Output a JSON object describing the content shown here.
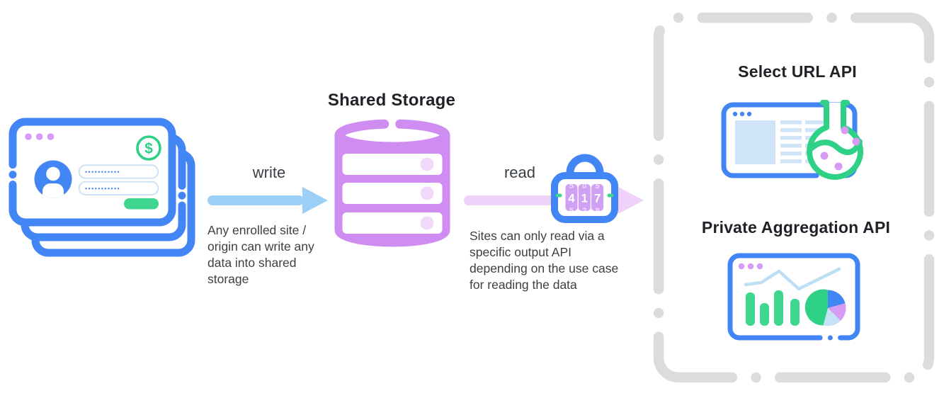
{
  "storage": {
    "title": "Shared Storage"
  },
  "write_flow": {
    "label": "write",
    "description": "Any enrolled site / origin can write any data into shared storage"
  },
  "read_flow": {
    "label": "read",
    "description": "Sites can only read via a specific output API depending on the use case for reading the data"
  },
  "lock": {
    "digits": [
      "4",
      "1",
      "7"
    ],
    "partial_top": [
      "5",
      "0",
      "5"
    ],
    "partial_bottom": [
      "5",
      "2",
      "9"
    ]
  },
  "apis": {
    "select_url": {
      "title": "Select URL API"
    },
    "private_aggregation": {
      "title": "Private Aggregation API"
    }
  },
  "login_window": {
    "currency_symbol": "$",
    "fields": [
      {
        "value": "•••••••••••"
      },
      {
        "value": "•••••••••••"
      }
    ]
  },
  "colors": {
    "blue": "#4285f4",
    "green": "#2ed185",
    "green_fill": "#3ed68f",
    "purple_db": "#cf8df2",
    "purple_db_dot": "#f1daf9",
    "purple_dot": "#d79bf3",
    "purple_dial": "#d0a0f4",
    "write_arrow": "#9bcff6",
    "read_arrow": "#eed2f9",
    "pale_blue": "#cfe4f6",
    "line_chart": "#bedef6",
    "pie_light_blue": "#c6e2f7",
    "dash_gray": "#dcdcde",
    "text_dark": "#202227",
    "text_body": "#3c4043"
  }
}
